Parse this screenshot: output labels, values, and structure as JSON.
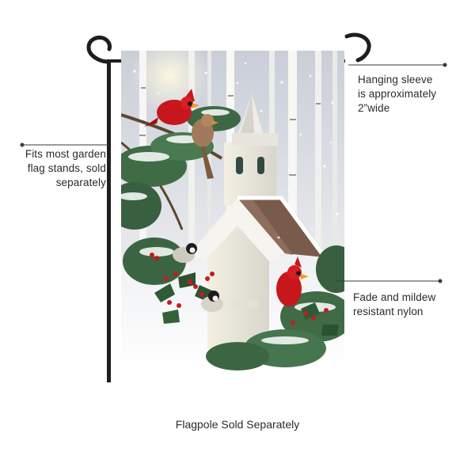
{
  "callouts": {
    "left": {
      "line1": "Fits most garden",
      "line2": "flag stands, sold",
      "line3": "separately"
    },
    "top_right": {
      "line1": "Hanging sleeve",
      "line2": "is approximately",
      "line3": "2”wide"
    },
    "bottom_right": {
      "line1": "Fade and mildew",
      "line2": "resistant nylon"
    }
  },
  "caption": "Flagpole Sold Separately",
  "colors": {
    "pole": "#1e1e1e",
    "callout_line": "#3a3a3a",
    "cardinal": "#c8161d",
    "pine": "#3f6b45",
    "roof": "#7a5a4a",
    "sky": "#cfd5dd"
  }
}
